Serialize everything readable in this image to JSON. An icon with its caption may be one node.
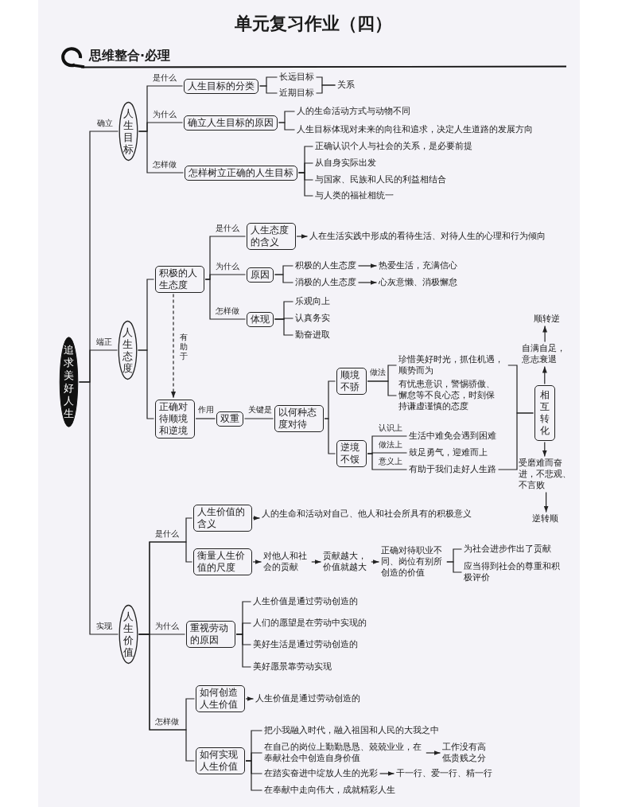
{
  "diagram": {
    "title": "单元复习作业（四）",
    "nodes": [
      {
        "text": [
          "追求美好人生"
        ]
      },
      {
        "text": [
          "人生目标"
        ]
      },
      {
        "text": [
          "人生目标的分类"
        ]
      },
      {
        "text": [
          "长远目标"
        ]
      },
      {
        "text": [
          "近期目标"
        ]
      },
      {
        "text": [
          "关系"
        ]
      },
      {
        "text": [
          "确立人生目标的原因"
        ]
      },
      {
        "text": [
          "人的生命活动方式与动物不同"
        ]
      },
      {
        "text": [
          "人生目标体现对未来的向往和追求，决定人生道路的发展方向"
        ]
      },
      {
        "text": [
          "怎样树立正确的人生目标"
        ]
      },
      {
        "text": [
          "正确认识个人与社会的关系，是必要前提"
        ]
      },
      {
        "text": [
          "从自身实际出发"
        ]
      },
      {
        "text": [
          "与国家、民族和人民的利益相结合"
        ]
      },
      {
        "text": [
          "与人类的福祉相统一"
        ]
      },
      {
        "text": [
          "人生态度"
        ]
      },
      {
        "text": [
          "积极的人生态度"
        ]
      },
      {
        "text": [
          "人生态度的含义"
        ]
      },
      {
        "text": [
          "人在生活实践中形成的看待生活、对待人生的心理和行为倾向"
        ]
      },
      {
        "text": [
          "原因"
        ]
      },
      {
        "text": [
          "积极的人生态度"
        ]
      },
      {
        "text": [
          "热爱生活，充满信心"
        ]
      },
      {
        "text": [
          "消极的人生态度"
        ]
      },
      {
        "text": [
          "心灰意懒、消极懈怠"
        ]
      },
      {
        "text": [
          "体现"
        ]
      },
      {
        "text": [
          "乐观向上"
        ]
      },
      {
        "text": [
          "认真务实"
        ]
      },
      {
        "text": [
          "勤奋进取"
        ]
      },
      {
        "text": [
          "正确对待顺境和逆境"
        ]
      },
      {
        "text": [
          "双重"
        ]
      },
      {
        "text": [
          "以何种态度对待"
        ]
      },
      {
        "text": [
          "顺境不骄"
        ]
      },
      {
        "text": [
          "珍惜美好时光，抓住机遇，顺势而为"
        ]
      },
      {
        "text": [
          "有忧患意识，警惕骄傲、懈怠等不良心态，时刻保持谦虚谨慎的态度"
        ]
      },
      {
        "text": [
          "逆境不馁"
        ]
      },
      {
        "text": [
          "生活中难免会遇到困难"
        ]
      },
      {
        "text": [
          "鼓足勇气，迎难而上"
        ]
      },
      {
        "text": [
          "有助于我们走好人生路"
        ]
      },
      {
        "text": [
          "相互转化"
        ]
      },
      {
        "text": [
          "自满自足，意志衰退"
        ]
      },
      {
        "text": [
          "顺转逆"
        ]
      },
      {
        "text": [
          "受磨难而奋进，不悲观、不言败"
        ]
      },
      {
        "text": [
          "逆转顺"
        ]
      },
      {
        "text": [
          "人生价值"
        ]
      },
      {
        "text": [
          "人生价值的含义"
        ]
      },
      {
        "text": [
          "人的生命和活动对自己、他人和社会所具有的积极意义"
        ]
      },
      {
        "text": [
          "衡量人生价值的尺度"
        ]
      },
      {
        "text": [
          "对他人和社会的贡献"
        ]
      },
      {
        "text": [
          "贡献越大，价值就越大"
        ]
      },
      {
        "text": [
          "正确对待职业不同、岗位有别所创造的价值"
        ]
      },
      {
        "text": [
          "为社会进步作出了贡献"
        ]
      },
      {
        "text": [
          "应当得到社会的尊重和积极评价"
        ]
      },
      {
        "text": [
          "重视劳动的原因"
        ]
      },
      {
        "text": [
          "人生价值是通过劳动创造的"
        ]
      },
      {
        "text": [
          "人们的愿望是在劳动中实现的"
        ]
      },
      {
        "text": [
          "美好生活是通过劳动创造的"
        ]
      },
      {
        "text": [
          "美好愿景靠劳动实现"
        ]
      },
      {
        "text": [
          "如何创造人生价值"
        ]
      },
      {
        "text": [
          "人生价值是通过劳动创造的"
        ]
      },
      {
        "text": [
          "如何实现人生价值"
        ]
      },
      {
        "text": [
          "把小我融入时代，融入祖国和人民的大我之中"
        ]
      },
      {
        "text": [
          "在自己的岗位上勤勤恳恳、兢兢业业，在奉献社会中创造自身价值"
        ]
      },
      {
        "text": [
          "工作没有高低贵贱之分"
        ]
      },
      {
        "text": [
          "在踏实奋进中绽放人生的光彩"
        ]
      },
      {
        "text": [
          "干一行、爱一行、精一行"
        ]
      },
      {
        "text": [
          "在奉献中走向伟大，成就精彩人生"
        ]
      }
    ],
    "edges": [
      {
        "from": 0,
        "to": 1,
        "arrow": "none",
        "label": "确立"
      },
      {
        "from": 0,
        "to": 14,
        "arrow": "none",
        "label": "端正"
      },
      {
        "from": 0,
        "to": 42,
        "arrow": "none",
        "label": "实现"
      },
      {
        "from": 1,
        "to": 2,
        "arrow": "none",
        "label": "是什么"
      },
      {
        "from": 1,
        "to": 6,
        "arrow": "none",
        "label": "为什么"
      },
      {
        "from": 1,
        "to": 9,
        "arrow": "none",
        "label": "怎样做"
      },
      {
        "from": 2,
        "to": 3,
        "arrow": "none"
      },
      {
        "from": 2,
        "to": 4,
        "arrow": "none"
      },
      {
        "from": 3,
        "to": 5,
        "arrow": "none"
      },
      {
        "from": 4,
        "to": 5,
        "arrow": "none"
      },
      {
        "from": 6,
        "to": 7,
        "arrow": "none"
      },
      {
        "from": 6,
        "to": 8,
        "arrow": "none"
      },
      {
        "from": 9,
        "to": 10,
        "arrow": "none"
      },
      {
        "from": 9,
        "to": 11,
        "arrow": "none"
      },
      {
        "from": 9,
        "to": 12,
        "arrow": "none"
      },
      {
        "from": 9,
        "to": 13,
        "arrow": "none"
      },
      {
        "from": 14,
        "to": 15,
        "arrow": "none"
      },
      {
        "from": 14,
        "to": 27,
        "arrow": "none"
      },
      {
        "from": 15,
        "to": 16,
        "arrow": "none",
        "label": "是什么"
      },
      {
        "from": 15,
        "to": 18,
        "arrow": "none",
        "label": "为什么"
      },
      {
        "from": 15,
        "to": 23,
        "arrow": "none",
        "label": "怎样做"
      },
      {
        "from": 16,
        "to": 17,
        "arrow": "to"
      },
      {
        "from": 18,
        "to": 19,
        "arrow": "none"
      },
      {
        "from": 18,
        "to": 21,
        "arrow": "none"
      },
      {
        "from": 19,
        "to": 20,
        "arrow": "to"
      },
      {
        "from": 21,
        "to": 22,
        "arrow": "to"
      },
      {
        "from": 23,
        "to": 24,
        "arrow": "none"
      },
      {
        "from": 23,
        "to": 25,
        "arrow": "none"
      },
      {
        "from": 23,
        "to": 26,
        "arrow": "none"
      },
      {
        "from": 15,
        "to": 27,
        "arrow": "to",
        "label": "有助于",
        "style": "dashed"
      },
      {
        "from": 27,
        "to": 28,
        "arrow": "none",
        "label": "作用"
      },
      {
        "from": 28,
        "to": 29,
        "arrow": "none",
        "label": "关键是"
      },
      {
        "from": 29,
        "to": 30,
        "arrow": "none"
      },
      {
        "from": 29,
        "to": 33,
        "arrow": "none"
      },
      {
        "from": 30,
        "to": 31,
        "arrow": "none",
        "label": "做法"
      },
      {
        "from": 30,
        "to": 32,
        "arrow": "none"
      },
      {
        "from": 33,
        "to": 34,
        "arrow": "none",
        "label": "认识上"
      },
      {
        "from": 33,
        "to": 35,
        "arrow": "none",
        "label": "做法上"
      },
      {
        "from": 33,
        "to": 36,
        "arrow": "none",
        "label": "意义上"
      },
      {
        "from": 31,
        "to": 37,
        "arrow": "none"
      },
      {
        "from": 36,
        "to": 37,
        "arrow": "none"
      },
      {
        "from": 37,
        "to": 38,
        "arrow": "to"
      },
      {
        "from": 38,
        "to": 39,
        "arrow": "to"
      },
      {
        "from": 37,
        "to": 40,
        "arrow": "to"
      },
      {
        "from": 40,
        "to": 41,
        "arrow": "to"
      },
      {
        "from": 42,
        "to": 43,
        "arrow": "none",
        "label": "是什么"
      },
      {
        "from": 42,
        "to": 45,
        "arrow": "none"
      },
      {
        "from": 43,
        "to": 44,
        "arrow": "to"
      },
      {
        "from": 45,
        "to": 46,
        "arrow": "to"
      },
      {
        "from": 46,
        "to": 47,
        "arrow": "to"
      },
      {
        "from": 47,
        "to": 48,
        "arrow": "to"
      },
      {
        "from": 48,
        "to": 49,
        "arrow": "none"
      },
      {
        "from": 48,
        "to": 50,
        "arrow": "none"
      },
      {
        "from": 42,
        "to": 51,
        "arrow": "none",
        "label": "为什么"
      },
      {
        "from": 51,
        "to": 52,
        "arrow": "none"
      },
      {
        "from": 51,
        "to": 53,
        "arrow": "none"
      },
      {
        "from": 51,
        "to": 54,
        "arrow": "none"
      },
      {
        "from": 51,
        "to": 55,
        "arrow": "none"
      },
      {
        "from": 42,
        "to": 56,
        "arrow": "none",
        "label": "怎样做"
      },
      {
        "from": 42,
        "to": 58,
        "arrow": "none"
      },
      {
        "from": 56,
        "to": 57,
        "arrow": "to"
      },
      {
        "from": 58,
        "to": 59,
        "arrow": "none"
      },
      {
        "from": 58,
        "to": 60,
        "arrow": "none"
      },
      {
        "from": 58,
        "to": 62,
        "arrow": "none"
      },
      {
        "from": 58,
        "to": 64,
        "arrow": "none"
      },
      {
        "from": 60,
        "to": 61,
        "arrow": "to"
      },
      {
        "from": 62,
        "to": 63,
        "arrow": "to"
      }
    ],
    "labels": [
      "思维整合·必理"
    ]
  }
}
